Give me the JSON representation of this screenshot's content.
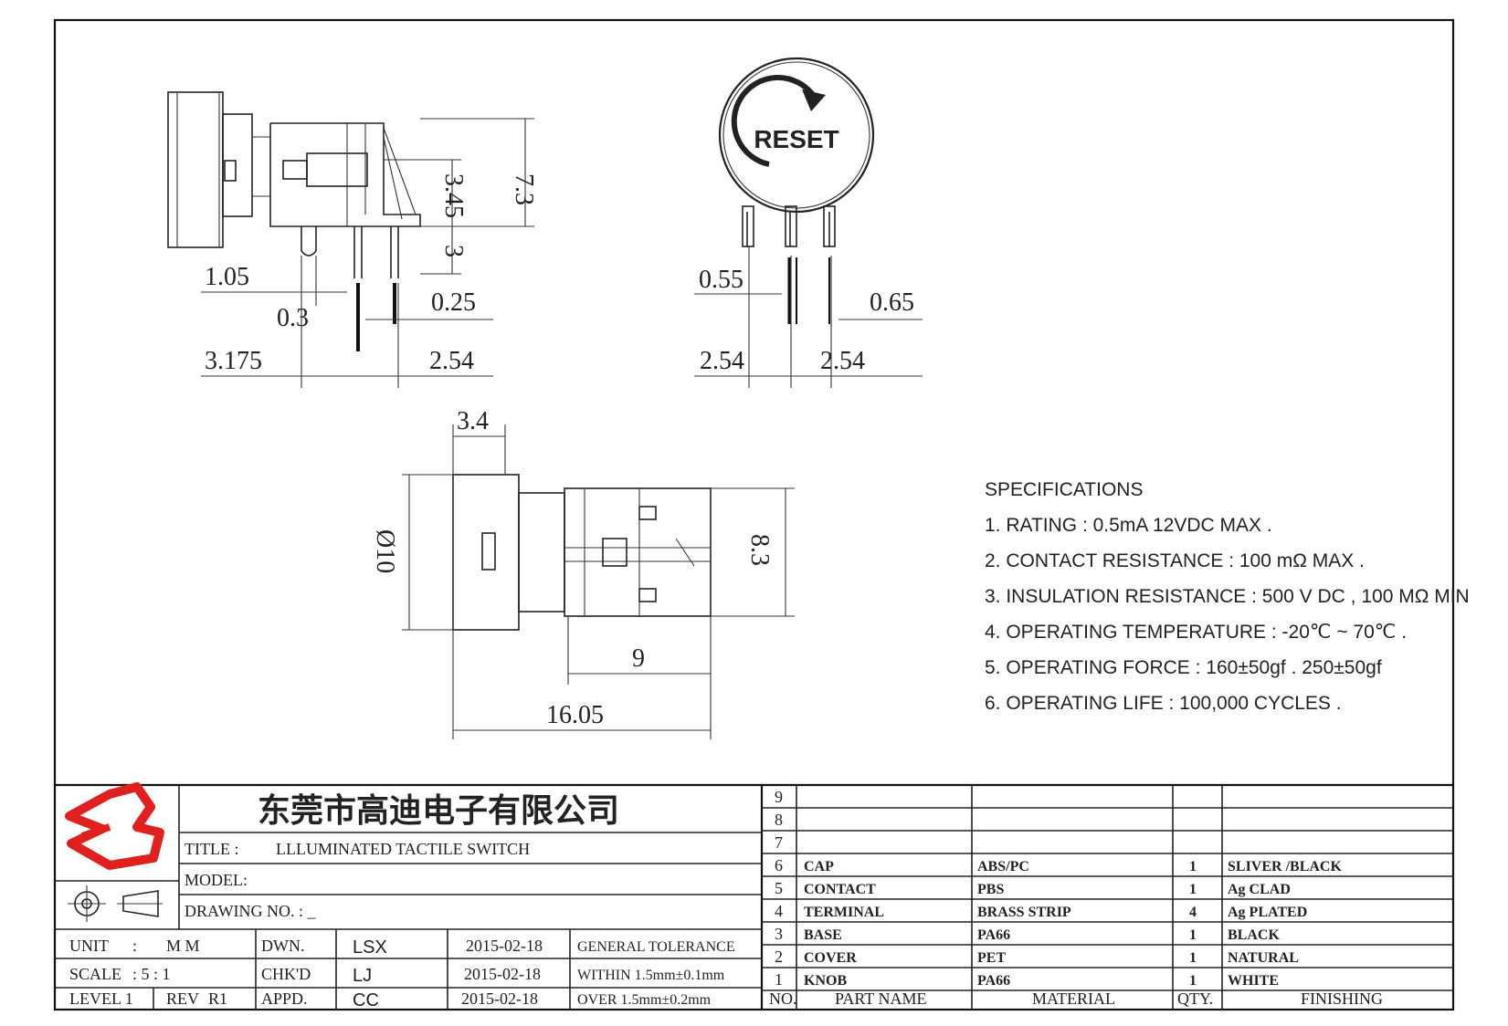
{
  "drawing": {
    "side_view": {
      "dims": [
        "7.3",
        "3.45",
        "3",
        "1.05",
        "0.3",
        "0.25",
        "3.175",
        "2.54"
      ]
    },
    "front_view": {
      "cap_text": "RESET",
      "dims": [
        "0.55",
        "0.65",
        "2.54",
        "2.54"
      ]
    },
    "top_view": {
      "dims": [
        "3.4",
        "Ø10",
        "8.3",
        "9",
        "16.05"
      ]
    }
  },
  "specifications": {
    "heading": "SPECIFICATIONS",
    "items": [
      "1. RATING : 0.5mA 12VDC MAX .",
      "2. CONTACT RESISTANCE : 100 mΩ MAX .",
      "3. INSULATION RESISTANCE : 500 V DC , 100 MΩ MIN",
      "4. OPERATING TEMPERATURE : -20℃ ~ 70℃ .",
      "5. OPERATING FORCE : 160±50gf . 250±50gf",
      "6. OPERATING LIFE : 100,000 CYCLES ."
    ]
  },
  "title_block": {
    "company": "东莞市高迪电子有限公司",
    "title_label": "TITLE :",
    "title_value": "LLLUMINATED TACTILE SWITCH",
    "model_label": "MODEL:",
    "drawing_no_label": "DRAWING NO. : _",
    "unit_label": "UNIT",
    "unit_sep": ":",
    "unit_value": "M M",
    "scale_label": "SCALE",
    "scale_value": ": 5 : 1",
    "level_label": "LEVEL 1",
    "rev_label": "REV",
    "rev_value": "R1",
    "sign_rows": [
      {
        "role": "DWN.",
        "name": "LSX",
        "date": "2015-02-18",
        "tol": "GENERAL TOLERANCE"
      },
      {
        "role": "CHK'D",
        "name": "LJ",
        "date": "2015-02-18",
        "tol": "WITHIN 1.5mm±0.1mm"
      },
      {
        "role": "APPD.",
        "name": "CC",
        "date": "2015-02-18",
        "tol": "OVER  1.5mm±0.2mm"
      }
    ]
  },
  "bom": {
    "headers": {
      "no": "NO.",
      "part": "PART  NAME",
      "material": "MATERIAL",
      "qty": "QTY.",
      "finishing": "FINISHING"
    },
    "rows": [
      {
        "no": "9",
        "part": "",
        "material": "",
        "qty": "",
        "finishing": ""
      },
      {
        "no": "8",
        "part": "",
        "material": "",
        "qty": "",
        "finishing": ""
      },
      {
        "no": "7",
        "part": "",
        "material": "",
        "qty": "",
        "finishing": ""
      },
      {
        "no": "6",
        "part": "CAP",
        "material": "ABS/PC",
        "qty": "1",
        "finishing": "SLIVER /BLACK"
      },
      {
        "no": "5",
        "part": "CONTACT",
        "material": "PBS",
        "qty": "1",
        "finishing": "Ag CLAD"
      },
      {
        "no": "4",
        "part": "TERMINAL",
        "material": "BRASS STRIP",
        "qty": "4",
        "finishing": "Ag PLATED"
      },
      {
        "no": "3",
        "part": "BASE",
        "material": "PA66",
        "qty": "1",
        "finishing": "BLACK"
      },
      {
        "no": "2",
        "part": "COVER",
        "material": "PET",
        "qty": "1",
        "finishing": "NATURAL"
      },
      {
        "no": "1",
        "part": "KNOB",
        "material": "PA66",
        "qty": "1",
        "finishing": "WHITE"
      }
    ]
  },
  "colors": {
    "logo_red": "#e0201e",
    "ink": "#222222"
  }
}
